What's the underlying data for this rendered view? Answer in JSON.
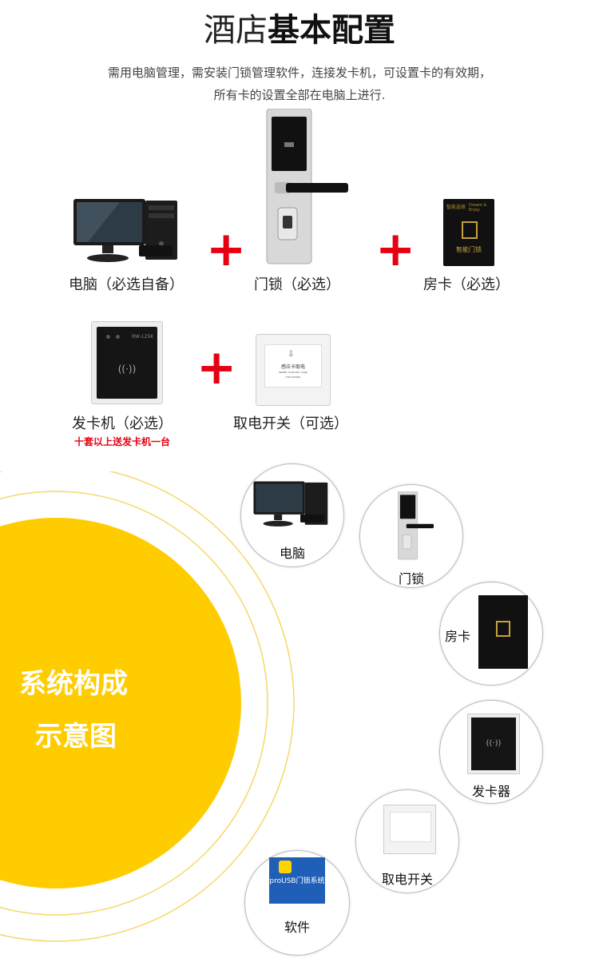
{
  "header": {
    "title_light": "酒店",
    "title_bold": "基本配置",
    "desc_line1": "需用电脑管理，需安装门锁管理软件，连接发卡机，可设置卡的有效期，",
    "desc_line2": "所有卡的设置全部在电脑上进行."
  },
  "config": {
    "plus": "+",
    "items": [
      {
        "label": "电脑（必选自备）"
      },
      {
        "label": "门锁（必选）"
      },
      {
        "label": "房卡（必选）"
      },
      {
        "label": "发卡机（必选）",
        "note": "十套以上送发卡机一台"
      },
      {
        "label": "取电开关（可选）"
      }
    ],
    "reader_model": "RW-125K",
    "card_top_left": "智能选择",
    "card_top_right": "Dream & Enjoy",
    "card_brand": "智能门锁",
    "switch_cn": "感应卡取电",
    "switch_en": "INSERT YOUR KEY CARD",
    "switch_en2": "FOR POWER"
  },
  "system": {
    "title_line1": "系统构成",
    "title_line2": "示意图",
    "nodes": [
      {
        "label": "电脑"
      },
      {
        "label": "门锁"
      },
      {
        "label": "房卡"
      },
      {
        "label": "发卡器"
      },
      {
        "label": "取电开关"
      },
      {
        "label": "软件",
        "app_name": "proUSB门锁系统"
      }
    ]
  },
  "colors": {
    "accent_red": "#e60012",
    "yellow": "#ffcc00"
  }
}
